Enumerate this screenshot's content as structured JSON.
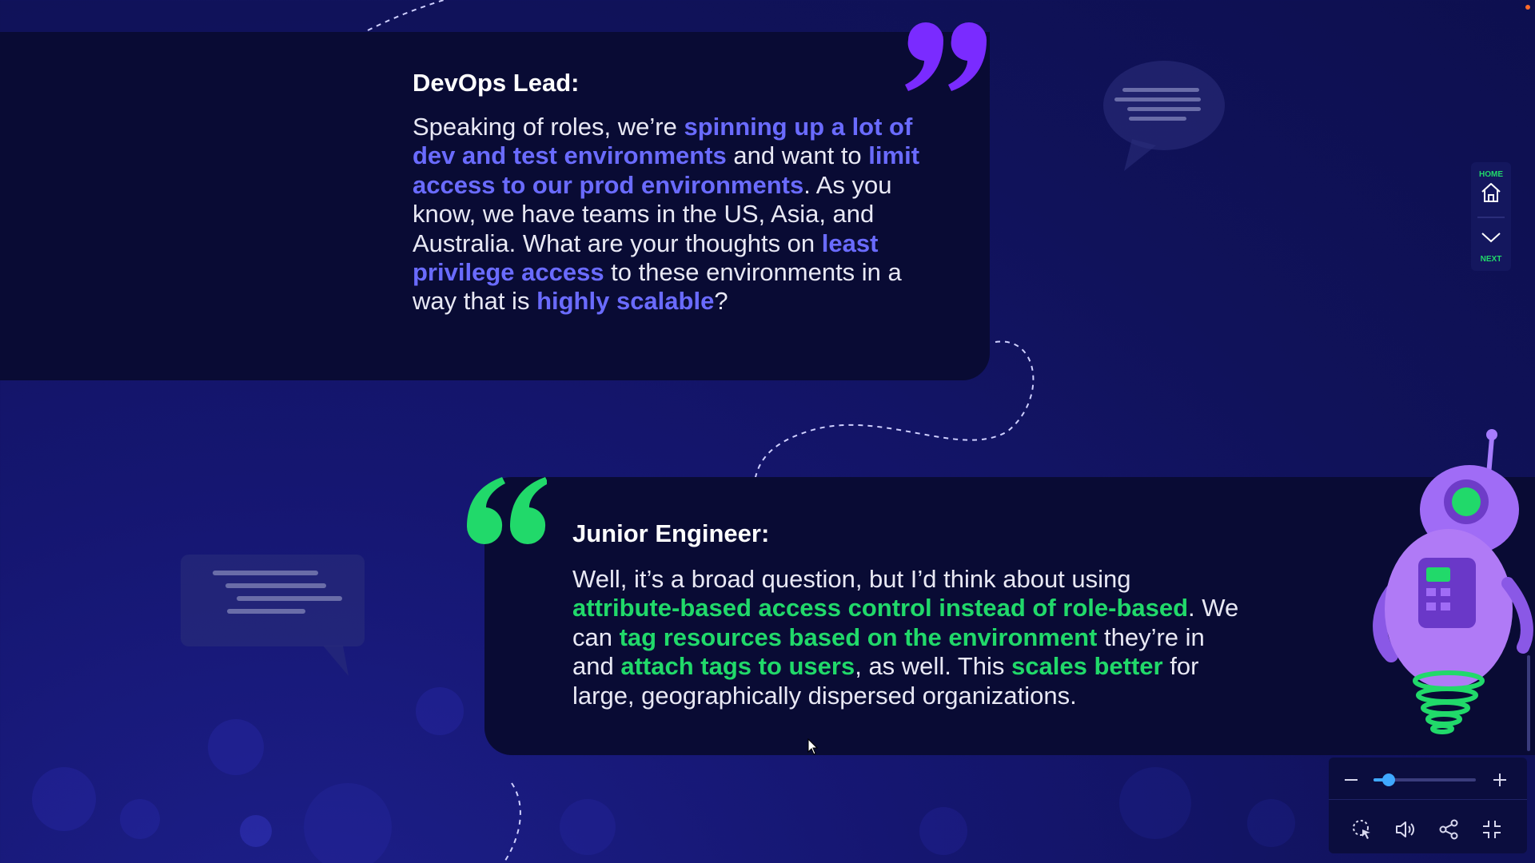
{
  "card1": {
    "title": "DevOps Lead:",
    "segments": [
      {
        "text": "Speaking of roles, we’re ",
        "highlight": false
      },
      {
        "text": "spinning up a lot of dev and test environments",
        "highlight": true
      },
      {
        "text": " and want to ",
        "highlight": false
      },
      {
        "text": "limit access to our prod environments",
        "highlight": true
      },
      {
        "text": ". As you know, we have teams in the US, Asia, and Australia. What are your thoughts on ",
        "highlight": false
      },
      {
        "text": "least privilege access",
        "highlight": true
      },
      {
        "text": " to these environments in a way that is ",
        "highlight": false
      },
      {
        "text": "highly scalable",
        "highlight": true
      },
      {
        "text": "?",
        "highlight": false
      }
    ],
    "accent_color": "#6a6bff",
    "quote_color": "#7a2bff"
  },
  "card2": {
    "title": "Junior Engineer:",
    "segments": [
      {
        "text": "Well, it’s a broad question, but I’d think about using ",
        "highlight": false
      },
      {
        "text": "attribute-based access control instead of role-based",
        "highlight": true
      },
      {
        "text": ". We can ",
        "highlight": false
      },
      {
        "text": "tag resources based on the environment",
        "highlight": true
      },
      {
        "text": " they’re in and ",
        "highlight": false
      },
      {
        "text": "attach tags to users",
        "highlight": true
      },
      {
        "text": ", as well. This ",
        "highlight": false
      },
      {
        "text": "scales better",
        "highlight": true
      },
      {
        "text": " for large, geographically dispersed organizations.",
        "highlight": false
      }
    ],
    "accent_color": "#21d96a",
    "quote_color": "#21d96a"
  },
  "side_nav": {
    "home_label": "HOME",
    "home_icon": "home-icon",
    "next_label": "NEXT",
    "next_icon": "chevron-down-icon"
  },
  "player_controls": {
    "zoom_level": 0.15,
    "zoom_out_icon": "minus-icon",
    "zoom_in_icon": "plus-icon",
    "buttons": [
      "pointer-select-icon",
      "volume-icon",
      "share-icon",
      "exit-fullscreen-icon"
    ],
    "accent_color": "#3fa8ff"
  }
}
